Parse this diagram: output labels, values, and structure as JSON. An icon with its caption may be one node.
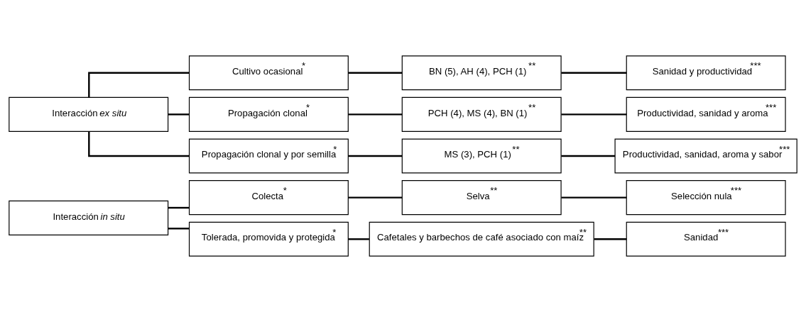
{
  "diagram": {
    "nodes": [
      {
        "text": [
          "Interacción *in situ*"
        ]
      },
      {
        "text": [
          "Colecta$^{*}$"
        ]
      },
      {
        "text": [
          "Selva$^{**}$"
        ]
      },
      {
        "text": [
          "Selección nula$^{***}$"
        ]
      },
      {
        "text": [
          "Tolerada, promovida y protegida$^{*}$"
        ]
      },
      {
        "text": [
          "Cafetales y barbechos de café asociado con maíz$^{**}$"
        ]
      },
      {
        "text": [
          "Sanidad$^{***}$"
        ]
      },
      {
        "text": [
          "Interacción *ex situ*"
        ]
      },
      {
        "text": [
          "Cultivo ocasional$^{*}$"
        ]
      },
      {
        "text": [
          "BN (5), AH (4), PCH (1)$^{**}$"
        ]
      },
      {
        "text": [
          "Sanidad y productividad$^{***}$"
        ]
      },
      {
        "text": [
          "Propagación clonal$^{*}$"
        ]
      },
      {
        "text": [
          "PCH (4), MS (4), BN (1)$^{**}$"
        ]
      },
      {
        "text": [
          "Productividad, sanidad y aroma$^{***}$"
        ]
      },
      {
        "text": [
          "Propagación clonal y por semilla$^{*}$"
        ]
      },
      {
        "text": [
          "MS (3), PCH (1)$^{**}$"
        ]
      },
      {
        "text": [
          "Productividad, sanidad, aroma y sabor$^{***}$"
        ]
      }
    ],
    "edges": [
      {
        "from": 0,
        "to": 1,
        "arrow": "none"
      },
      {
        "from": 0,
        "to": 4,
        "arrow": "none"
      },
      {
        "from": 1,
        "to": 2,
        "arrow": "none"
      },
      {
        "from": 2,
        "to": 3,
        "arrow": "none"
      },
      {
        "from": 4,
        "to": 5,
        "arrow": "none"
      },
      {
        "from": 5,
        "to": 6,
        "arrow": "none"
      },
      {
        "from": 7,
        "to": 8,
        "arrow": "none"
      },
      {
        "from": 7,
        "to": 11,
        "arrow": "none"
      },
      {
        "from": 7,
        "to": 14,
        "arrow": "none"
      },
      {
        "from": 8,
        "to": 9,
        "arrow": "none"
      },
      {
        "from": 9,
        "to": 10,
        "arrow": "none"
      },
      {
        "from": 11,
        "to": 12,
        "arrow": "none"
      },
      {
        "from": 12,
        "to": 13,
        "arrow": "none"
      },
      {
        "from": 14,
        "to": 15,
        "arrow": "none"
      },
      {
        "from": 15,
        "to": 16,
        "arrow": "none"
      }
    ]
  }
}
